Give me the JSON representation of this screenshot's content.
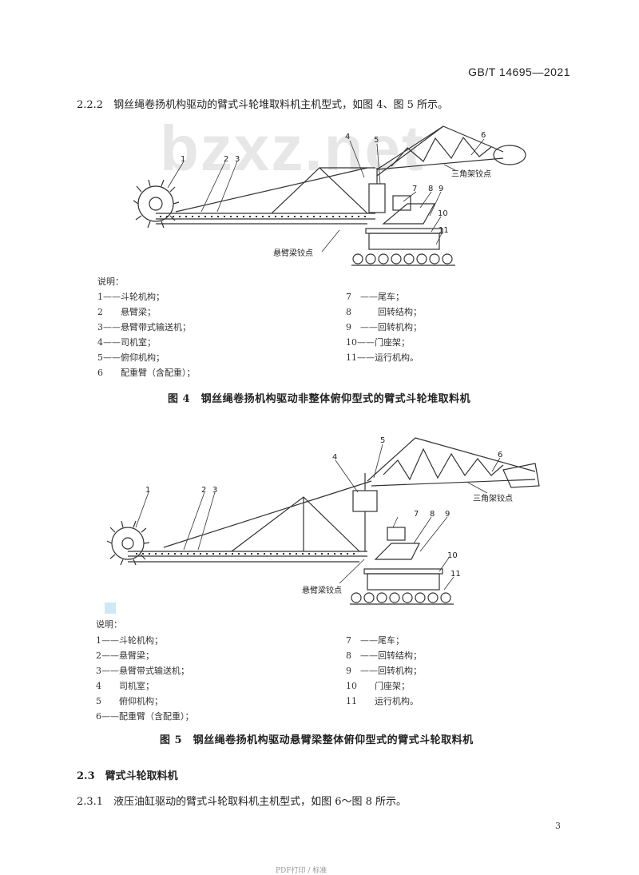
{
  "header": {
    "standard_number": "GB/T 14695—2021"
  },
  "watermark": "bzxz.net",
  "section_2_2_2": {
    "text": "2.2.2　钢丝绳卷扬机构驱动的臂式斗轮堆取料机主机型式，如图 4、图 5 所示。"
  },
  "figure4": {
    "callouts": [
      "1",
      "2",
      "3",
      "4",
      "5",
      "6",
      "7",
      "8",
      "9",
      "10",
      "11"
    ],
    "label_triangle_hinge": "三角架铰点",
    "label_boom_hinge": "悬臂梁铰点",
    "legend_heading": "说明：",
    "legend_left": [
      "1——斗轮机构；",
      "2　　悬臂梁；",
      "3——悬臂带式输送机；",
      "4——司机室；",
      "5——俯仰机构；",
      "6　　配重臂（含配重）；"
    ],
    "legend_right": [
      "7　——尾车；",
      "8　　　回转结构；",
      "9　——回转机构；",
      "10——门座架；",
      "11——运行机构。"
    ],
    "caption": "图 4　钢丝绳卷扬机构驱动非整体俯仰型式的臂式斗轮堆取料机"
  },
  "figure5": {
    "callouts": [
      "1",
      "2",
      "3",
      "4",
      "5",
      "6",
      "7",
      "8",
      "9",
      "10",
      "11"
    ],
    "label_triangle_hinge": "三角架铰点",
    "label_boom_hinge": "悬臂梁铰点",
    "legend_heading": "说明：",
    "legend_left": [
      "1——斗轮机构；",
      "2——悬臂梁；",
      "3——悬臂带式输送机；",
      "4　　司机室；",
      "5　　俯仰机构；",
      "6——配重臂（含配重）；"
    ],
    "legend_right": [
      "7　——尾车；",
      "8　——回转结构；",
      "9　——回转机构；",
      "10　　门座架；",
      "11　　运行机构。"
    ],
    "caption": "图 5　钢丝绳卷扬机构驱动悬臂梁整体俯仰型式的臂式斗轮取料机"
  },
  "section_2_3": {
    "title": "2.3　臂式斗轮取料机"
  },
  "section_2_3_1": {
    "text": "2.3.1　液压油缸驱动的臂式斗轮取料机主机型式，如图 6～图 8 所示。"
  },
  "page_number": "3",
  "footer_mark": "PDF打印 / 标准"
}
